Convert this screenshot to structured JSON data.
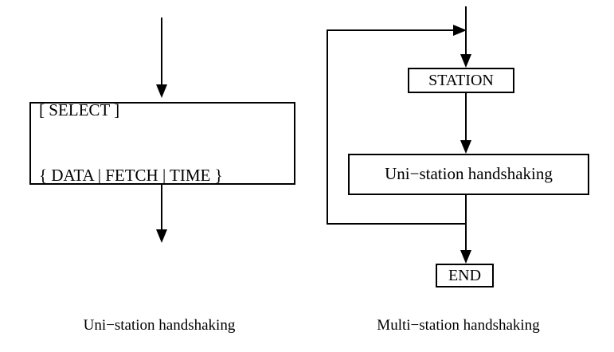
{
  "figure": {
    "background_color": "#ffffff",
    "line_color": "#000000",
    "text_color": "#000000"
  },
  "panels": [
    {
      "id": "uni-station",
      "caption": "Uni−station handshaking",
      "nodes": [
        {
          "name": "select-node",
          "line1": "[ SELECT ]",
          "line2": "{ DATA | FETCH | TIME }"
        }
      ],
      "edges": [
        {
          "name": "entry-arrow",
          "direction": "down"
        },
        {
          "name": "exit-arrow",
          "direction": "down"
        }
      ]
    },
    {
      "id": "multi-station",
      "caption": "Multi−station handshaking",
      "nodes": [
        {
          "name": "station-node",
          "label": "STATION"
        },
        {
          "name": "uni-station-node",
          "label": "Uni−station handshaking"
        },
        {
          "name": "end-node",
          "label": "END"
        }
      ],
      "edges": [
        {
          "name": "entry-arrow",
          "direction": "down"
        },
        {
          "name": "station-to-uni",
          "direction": "down"
        },
        {
          "name": "uni-to-end",
          "direction": "down"
        },
        {
          "name": "feedback-loop",
          "direction": "right"
        }
      ]
    }
  ]
}
